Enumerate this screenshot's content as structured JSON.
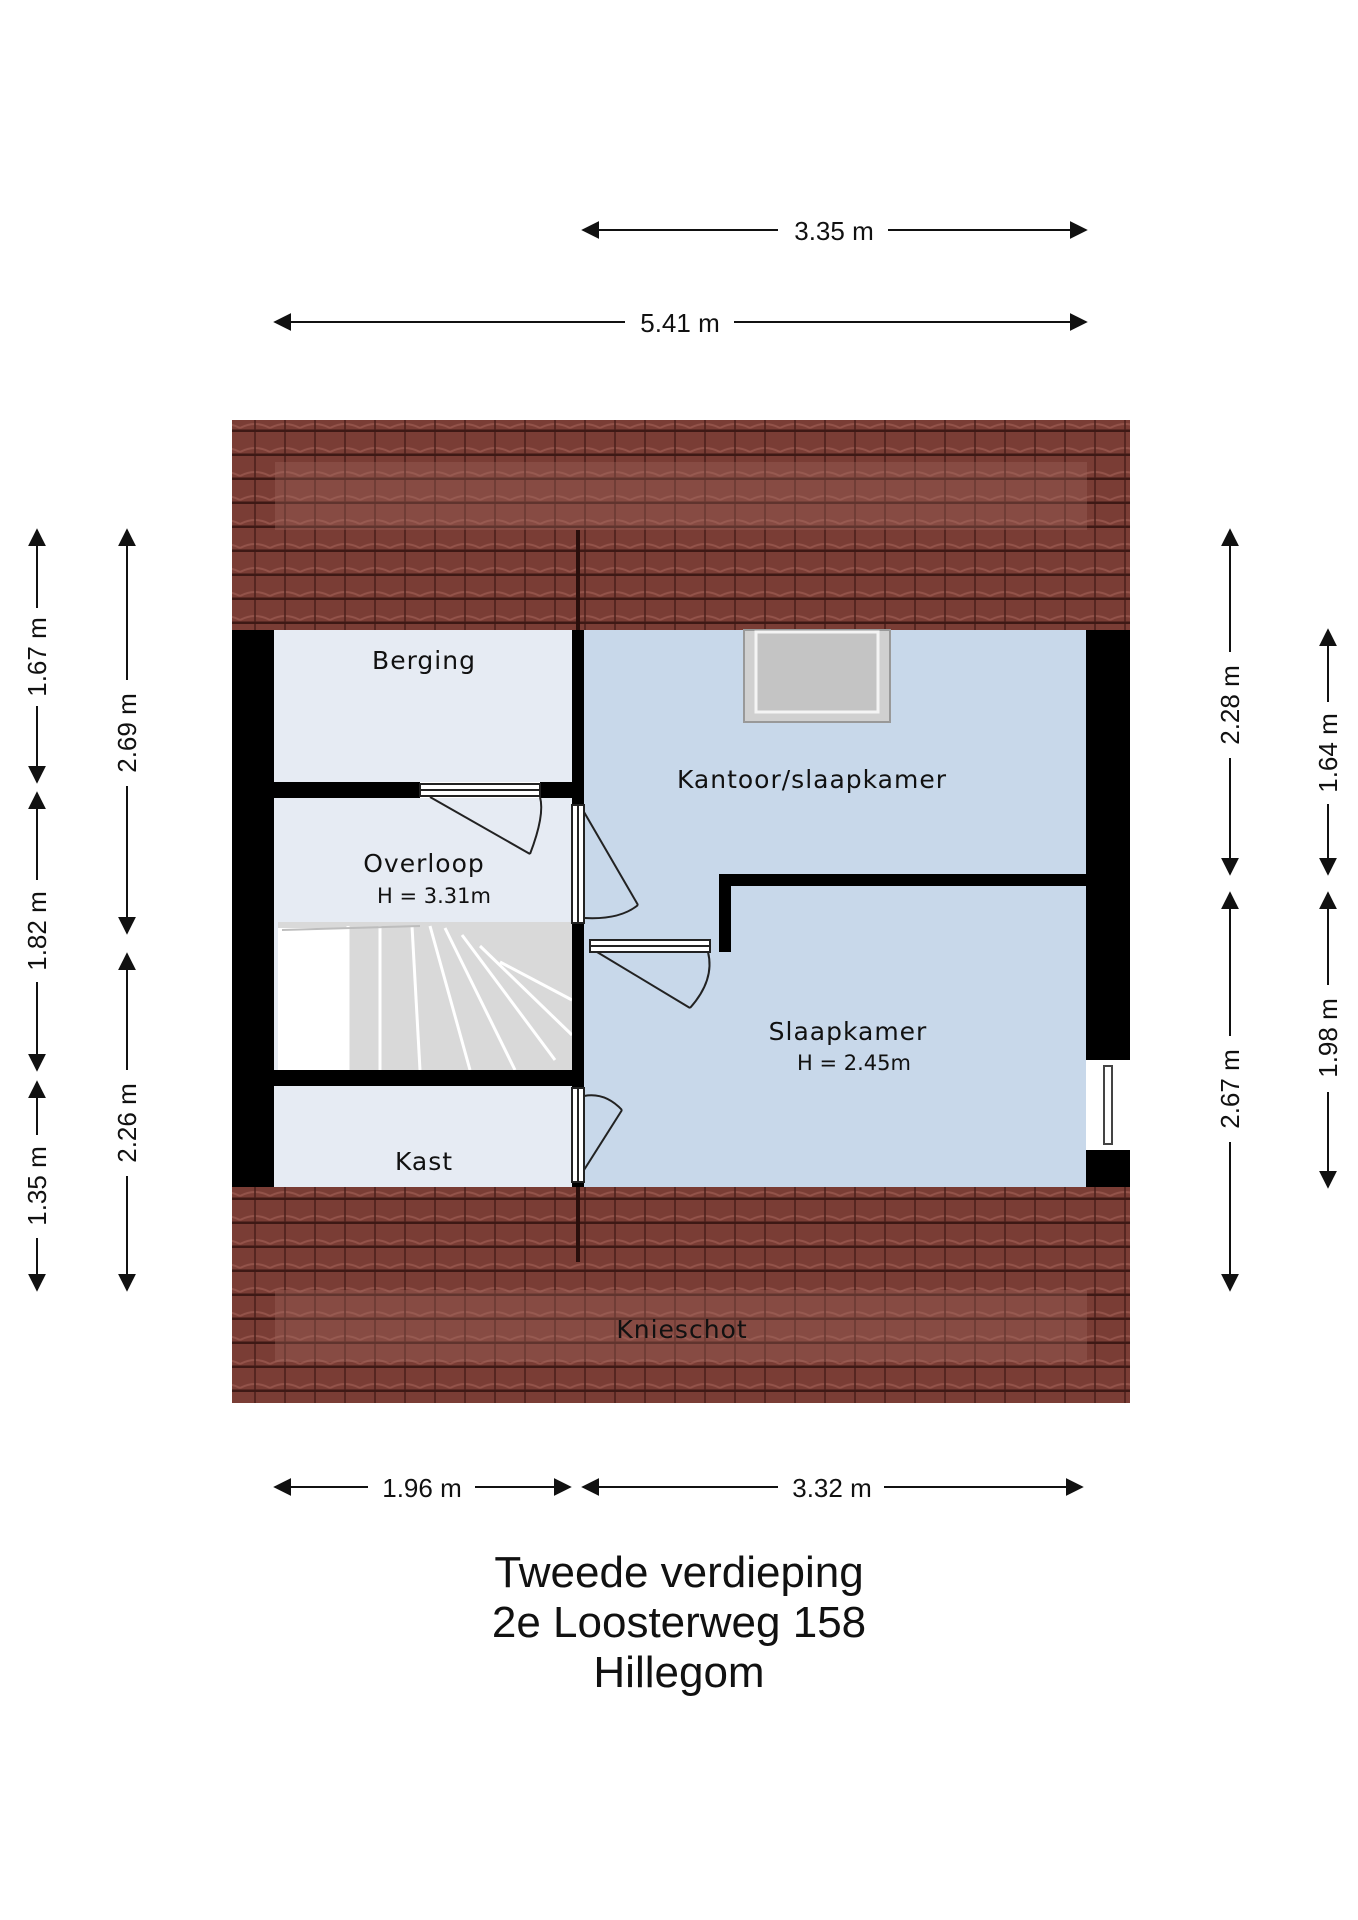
{
  "rooms": {
    "berging": "Berging",
    "kantoor": "Kantoor/slaapkamer",
    "overloop": "Overloop",
    "overloop_height": "H = 3.31m",
    "slaapkamer": "Slaapkamer",
    "slaapkamer_height": "H = 2.45m",
    "kast": "Kast",
    "knieschot": "Knieschot"
  },
  "dimensions": {
    "top_short": "3.35 m",
    "top_long": "5.41 m",
    "bottom_left": "1.96 m",
    "bottom_right": "3.32 m",
    "left_outer_1": "1.67 m",
    "left_outer_2": "1.82 m",
    "left_outer_3": "1.35 m",
    "left_inner_1": "2.69 m",
    "left_inner_2": "2.26 m",
    "right_inner_1": "2.28 m",
    "right_inner_2": "2.67 m",
    "right_outer_1": "1.64 m",
    "right_outer_2": "1.98 m"
  },
  "caption": {
    "floor": "Tweede verdieping",
    "street": "2e Loosterweg 158",
    "city": "Hillegom"
  },
  "colors": {
    "roof": "#7a3d35",
    "room_light": "#e6ebf3",
    "room_blue": "#c8d8ea",
    "wall": "#000000",
    "stairs": "#d9d9d9"
  }
}
